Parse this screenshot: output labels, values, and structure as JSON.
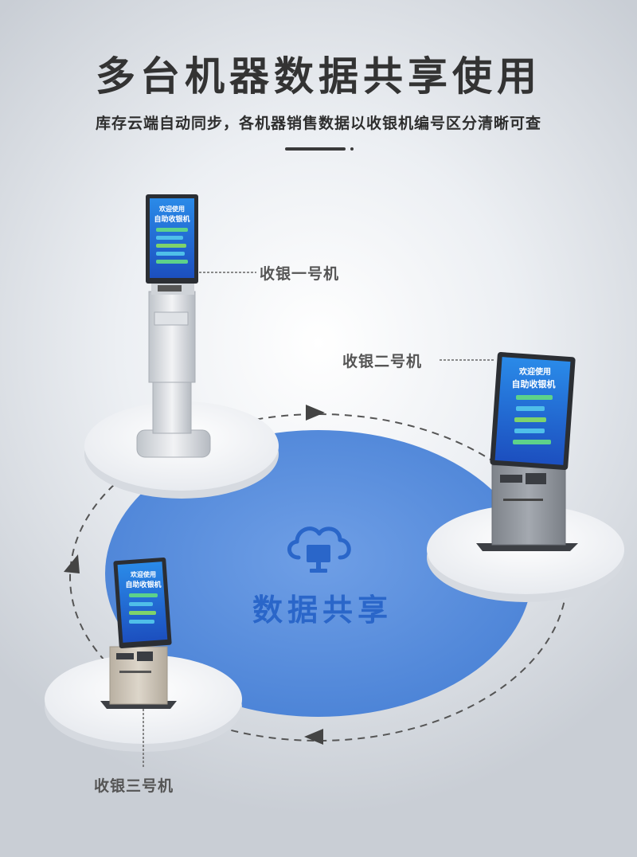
{
  "header": {
    "title": "多台机器数据共享使用",
    "subtitle": "库存云端自动同步，各机器销售数据以收银机编号区分清晰可查"
  },
  "center": {
    "label": "数据共享",
    "icon": "cloud-computer-icon",
    "color": "#2a66c9"
  },
  "machines": [
    {
      "label": "收银一号机",
      "screen_line1": "欢迎使用",
      "screen_line2": "自助收银机"
    },
    {
      "label": "收银二号机",
      "screen_line1": "欢迎使用",
      "screen_line2": "自助收银机"
    },
    {
      "label": "收银三号机",
      "screen_line1": "欢迎使用",
      "screen_line2": "自助收银机"
    }
  ],
  "colors": {
    "circle": "#5b91e0",
    "screen": "#1e6fd9",
    "arrow": "#444444"
  }
}
